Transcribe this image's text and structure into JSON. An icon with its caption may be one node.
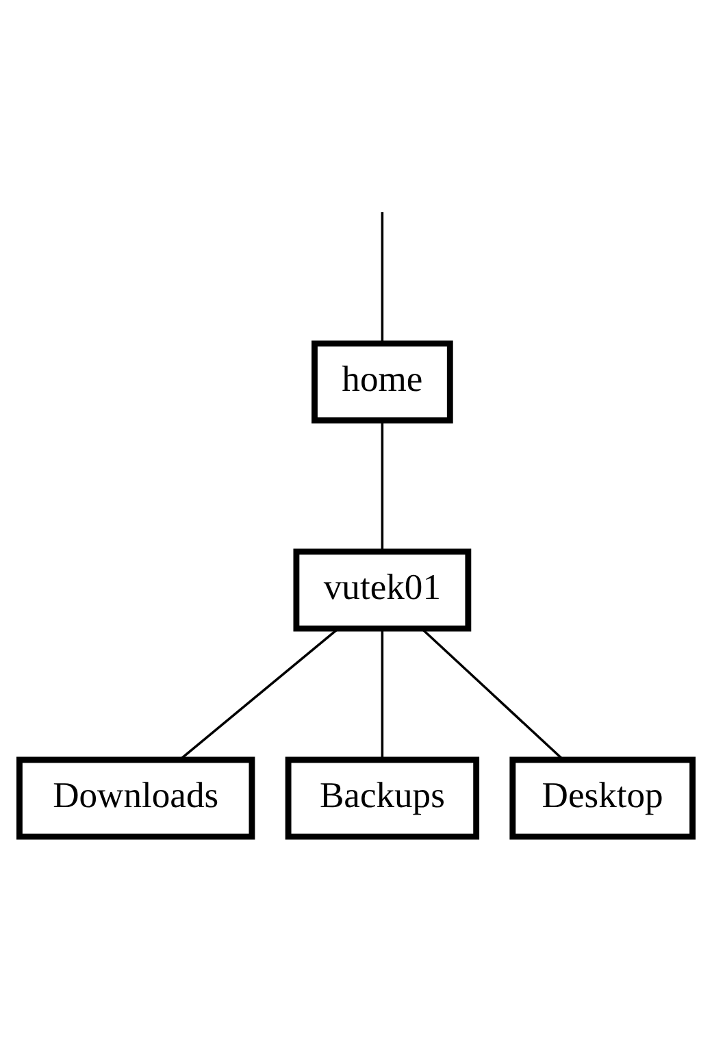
{
  "diagram": {
    "nodes": [
      {
        "text": [
          "home"
        ]
      },
      {
        "text": [
          "vutek01"
        ]
      },
      {
        "text": [
          "Downloads"
        ]
      },
      {
        "text": [
          "Backups"
        ]
      },
      {
        "text": [
          "Desktop"
        ]
      }
    ],
    "edges": [
      {
        "from": null,
        "to": 0,
        "arrow": "none"
      },
      {
        "from": 0,
        "to": 1,
        "arrow": "none"
      },
      {
        "from": 1,
        "to": 2,
        "arrow": "none"
      },
      {
        "from": 1,
        "to": 3,
        "arrow": "none"
      },
      {
        "from": 1,
        "to": 4,
        "arrow": "none"
      }
    ]
  }
}
